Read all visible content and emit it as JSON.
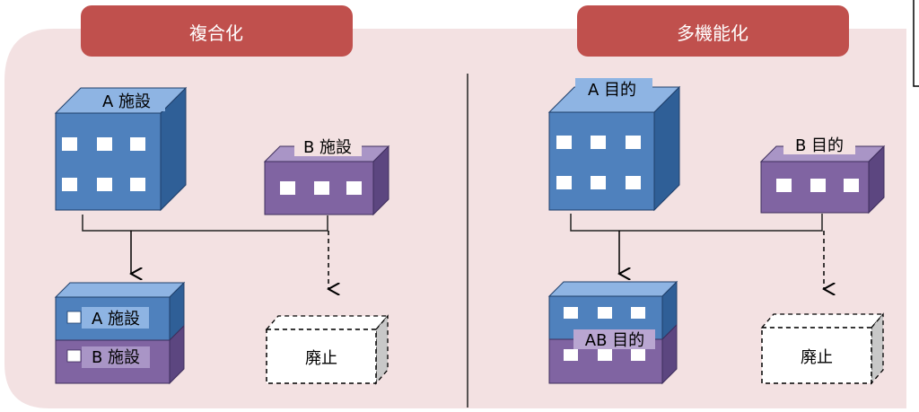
{
  "sections": {
    "left_title": "複合化",
    "right_title": "多機能化"
  },
  "left": {
    "building_a": "A 施設",
    "building_b": "B 施設",
    "combined_top": "A 施設",
    "combined_bottom": "B 施設",
    "abolished": "廃止"
  },
  "right": {
    "building_a": "A 目的",
    "building_b": "B 目的",
    "combined": "AB 目的",
    "abolished": "廃止"
  },
  "colors": {
    "panel_bg": "#f3e1e2",
    "title_bar": "#c0504d",
    "blue_face": "#4f81bd",
    "blue_top": "#8eb4e3",
    "blue_side": "#2f5f97",
    "purple_face": "#8064a2",
    "purple_top": "#a995c6",
    "purple_side": "#5c4680",
    "window": "#ffffff"
  }
}
